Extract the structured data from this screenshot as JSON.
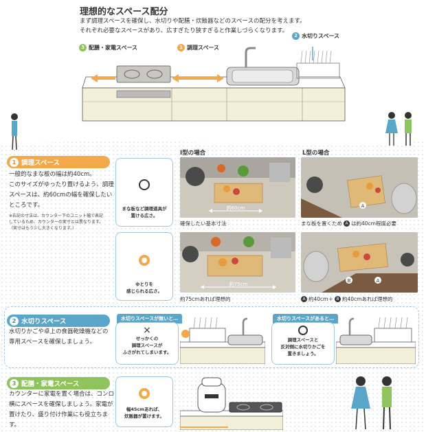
{
  "header": {
    "title": "理想的なスペース配分",
    "intro_line1": "まず調理スペースを確保し、水切りや配膳・炊飯器などのスペースの配分を考えます。",
    "intro_line2": "それぞれ必要なスペースがあり、広すぎたり狭すぎると作業しづらくなります。"
  },
  "kitchen_labels": {
    "serving": {
      "num": "3",
      "text": "配膳・家電スペース"
    },
    "cooking": {
      "num": "1",
      "text": "調理スペース"
    },
    "draining": {
      "num": "2",
      "text": "水切りスペース"
    }
  },
  "colors": {
    "orange": "#f3a84a",
    "blue": "#5aa6c8",
    "green": "#8fc35b",
    "bg_dots": "#e8f0f5"
  },
  "section1": {
    "num": "1",
    "title": "調理スペース",
    "body1": "一般的なまな板の幅は約40cm。",
    "body2": "このサイズがゆったり置けるよう、調理",
    "body3": "スペースは、約60cmの幅を確保したい",
    "body4": "ところです。",
    "note1": "※右記の寸法は、カウンター下のユニット幅で表記",
    "note2": "しているため、カウンターの実寸とは異なります。",
    "note3": "（実寸はもう少し大きくなります。）",
    "case_i": "I型の場合",
    "case_l": "L型の場合",
    "card1_line1": "まな板など調理道具が",
    "card1_line2": "置ける広さ。",
    "card2_line1": "ゆとりを",
    "card2_line2": "感じられる広さ。",
    "photo1_dim": "約60cm",
    "photo1_cap": "確保したい基本寸法",
    "photo2_cap": "まな板を置くため",
    "photo2_marker": "A",
    "photo2_cap_tail": "は約40cm程度必要",
    "photo3_dim": "約75cm",
    "photo3_cap": "約75cmあれば理想的",
    "photo4_marker_a": "A",
    "photo4_marker_b": "B",
    "photo4_cap_a": "約40cm＋",
    "photo4_cap_b": "約40cmあれば理想的"
  },
  "section2": {
    "num": "2",
    "title": "水切りスペース",
    "body1": "水切りかごや卓上の食器乾燥機などの",
    "body2": "専用スペースを確保しましょう。",
    "tag_bad": "水切りスペースが無いと…",
    "bad_mark": "×",
    "bad_line1": "せっかくの",
    "bad_line2": "調理スペースが",
    "bad_line3": "ふさがれてしまいます。",
    "tag_good": "水切りスペースがあると…",
    "good_line1": "調理スペースと",
    "good_line2": "反対側に水切りかごを",
    "good_line3": "置きましょう。"
  },
  "section3": {
    "num": "3",
    "title": "配膳・家電スペース",
    "body1": "カウンターに家電を置く場合は、コンロ",
    "body2": "横にスペースを確保しましょう。家電が",
    "body3": "置けたり、盛り付け作業にも役立ちます。",
    "card_line1": "幅45cmあれば、",
    "card_line2": "炊飯器が置けます。"
  }
}
